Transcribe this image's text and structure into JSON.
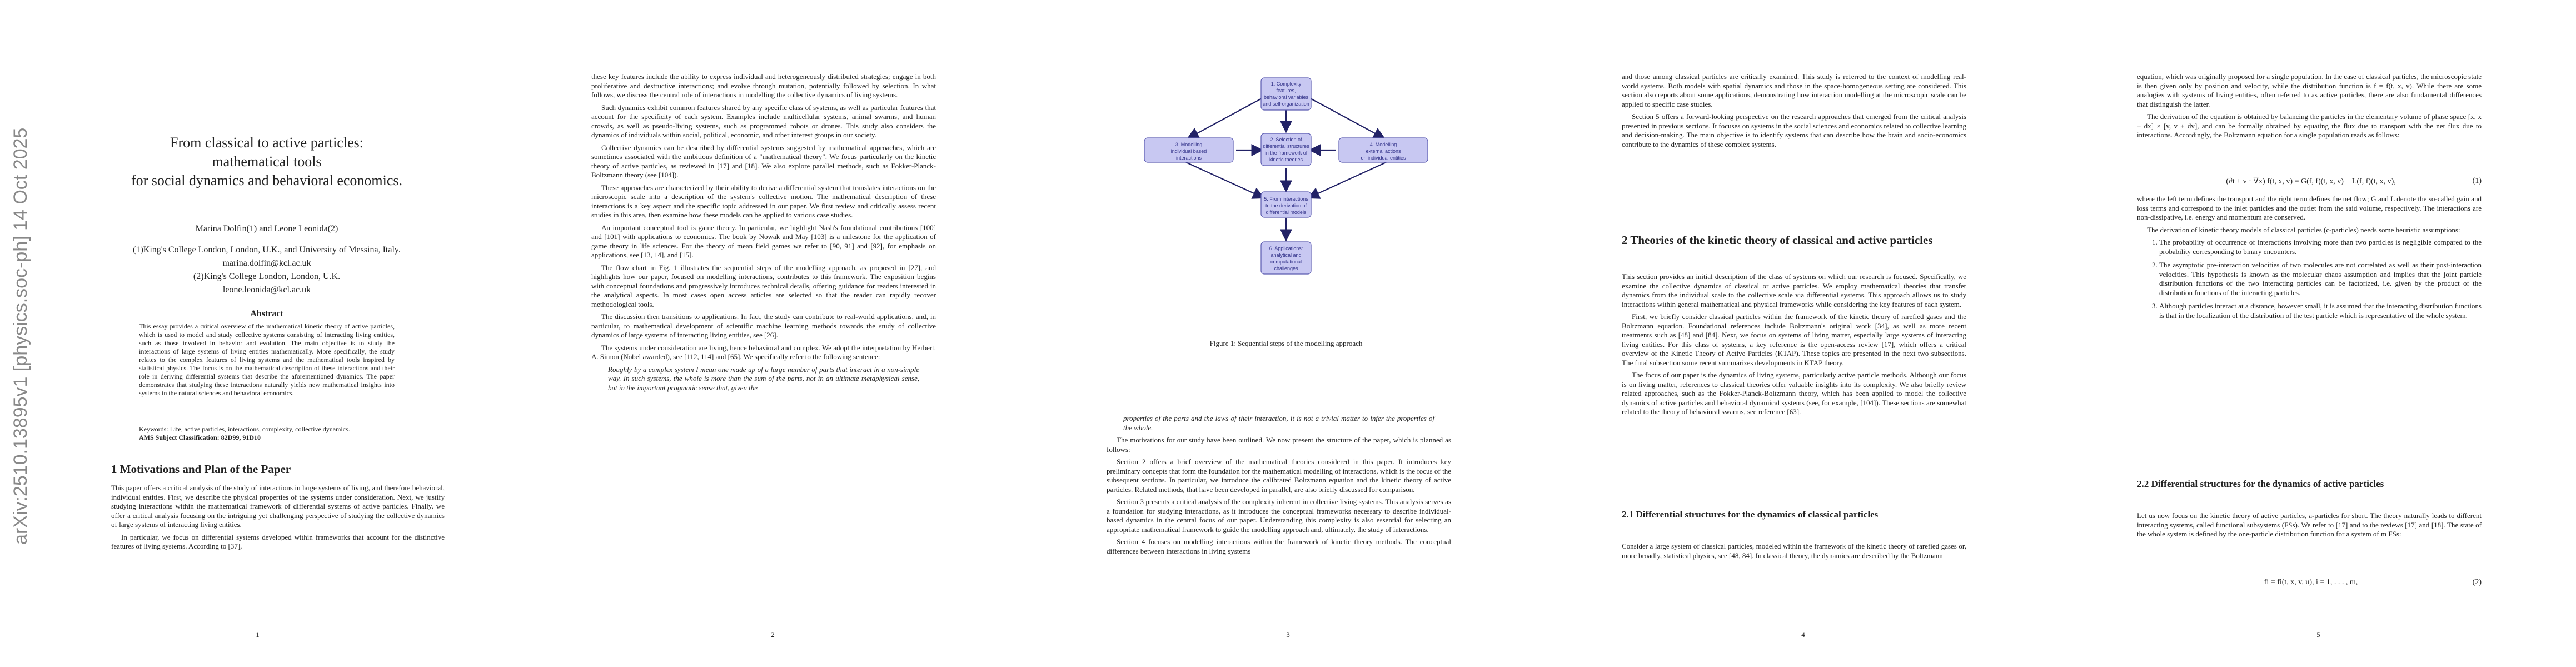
{
  "arxiv_id": "arXiv:2510.13895v1 [physics.soc-ph] 14 Oct 2025",
  "title": [
    "From classical to active particles:",
    "mathematical tools",
    "for social dynamics and behavioral economics."
  ],
  "authors": "Marina Dolfin(1) and Leone Leonida(2)",
  "affiliation1": "(1)King's College London, London, U.K., and University of Messina, Italy.",
  "email1": "marina.dolfin@kcl.ac.uk",
  "affiliation2": "(2)King's College London, London, U.K.",
  "email2": "leone.leonida@kcl.ac.uk",
  "abstract_heading": "Abstract",
  "abstract": "This essay provides a critical overview of the mathematical kinetic theory of active particles, which is used to model and study collective systems consisting of interacting living entities, such as those involved in behavior and evolution. The main objective is to study the interactions of large systems of living entities mathematically. More specifically, the study relates to the complex features of living systems and the mathematical tools inspired by statistical physics. The focus is on the mathematical description of these interactions and their role in deriving differential systems that describe the aforementioned dynamics. The paper demonstrates that studying these interactions naturally yields new mathematical insights into systems in the natural sciences and behavioral economics.",
  "keywords": "Keywords: Life, active particles, interactions, complexity, collective dynamics.",
  "ams": "AMS Subject Classification: 82D99, 91D10",
  "sec1": "1    Motivations and Plan of the Paper",
  "p1_text": "This paper offers a critical analysis of the study of interactions in large systems of living, and therefore behavioral, individual entities. First, we describe the physical properties of the systems under consideration. Next, we justify studying interactions within the mathematical framework of differential systems of active particles. Finally, we offer a critical analysis focusing on the intriguing yet challenging perspective of studying the collective dynamics of large systems of interacting living entities.",
  "p1_text2": "In particular, we focus on differential systems developed within frameworks that account for the distinctive features of living systems. According to [37],",
  "page2_p1": "these key features include the ability to express individual and heterogeneously distributed strategies; engage in both proliferative and destructive interactions; and evolve through mutation, potentially followed by selection. In what follows, we discuss the central role of interactions in modelling the collective dynamics of living systems.",
  "page2_p2": "Such dynamics exhibit common features shared by any specific class of systems, as well as particular features that account for the specificity of each system. Examples include multicellular systems, animal swarms, and human crowds, as well as pseudo-living systems, such as programmed robots or drones. This study also considers the dynamics of individuals within social, political, economic, and other interest groups in our society.",
  "page2_p3": "Collective dynamics can be described by differential systems suggested by mathematical approaches, which are sometimes associated with the ambitious definition of a \"mathematical theory\". We focus particularly on the kinetic theory of active particles, as reviewed in [17] and [18]. We also explore parallel methods, such as Fokker-Planck-Boltzmann theory (see [104]).",
  "page2_p4": "These approaches are characterized by their ability to derive a differential system that translates interactions on the microscopic scale into a description of the system's collective motion. The mathematical description of these interactions is a key aspect and the specific topic addressed in our paper. We first review and critically assess recent studies in this area, then examine how these models can be applied to various case studies.",
  "page2_p5": "An important conceptual tool is game theory. In particular, we highlight Nash's foundational contributions [100] and [101] with applications to economics. The book by Nowak and May [103] is a milestone for the application of game theory in life sciences. For the theory of mean field games we refer to [90, 91] and [92], for emphasis on applications, see [13, 14], and [15].",
  "page2_p6": "The flow chart in Fig. 1 illustrates the sequential steps of the modelling approach, as proposed in [27], and highlights how our paper, focused on modelling interactions, contributes to this framework. The exposition begins with conceptual foundations and progressively introduces technical details, offering guidance for readers interested in the analytical aspects. In most cases open access articles are selected so that the reader can rapidly recover methodological tools.",
  "page2_p7": "The discussion then transitions to applications. In fact, the study can contribute to real-world applications, and, in particular, to mathematical development of scientific machine learning methods towards the study of collective dynamics of large systems of interacting living entities, see [26].",
  "page2_p8": "The systems under consideration are living, hence behavioral and complex. We adopt the interpretation by Herbert. A. Simon (Nobel awarded), see [112, 114] and [65]. We specifically refer to the following sentence:",
  "page2_quote": "Roughly by a complex system I mean one made up of a large number of parts that interact in a non-simple way. In such systems, the whole is more than the sum of the parts, not in an ultimate metaphysical sense, but in the important pragmatic sense that, given the",
  "figure": {
    "n1": [
      "1. Complexity",
      "features,",
      "behavioral variables",
      "and self-organization"
    ],
    "n2": [
      "2. Selection of",
      "differential structures",
      "in the framework of",
      "kinetic theories"
    ],
    "n3": [
      "3. Modelling",
      "individual based",
      "interactions"
    ],
    "n4": [
      "4. Modelling",
      "external actions",
      "on individual entities"
    ],
    "n5": [
      "5. From interactions",
      "to the derivation of",
      "differential models"
    ],
    "n6": [
      "6. Applications:",
      "analytical and",
      "computational",
      "challenges"
    ],
    "caption": "Figure 1: Sequential steps of the modelling approach"
  },
  "page3_quote": "properties of the parts and the laws of their interaction, it is not a trivial matter to infer the properties of the whole.",
  "page3_p1": "The motivations for our study have been outlined. We now present the structure of the paper, which is planned as follows:",
  "page3_p2": "Section 2 offers a brief overview of the mathematical theories considered in this paper. It introduces key preliminary concepts that form the foundation for the mathematical modelling of interactions, which is the focus of the subsequent sections. In particular, we introduce the calibrated Boltzmann equation and the kinetic theory of active particles. Related methods, that have been developed in parallel, are also briefly discussed for comparison.",
  "page3_p3": "Section 3 presents a critical analysis of the complexity inherent in collective living systems. This analysis serves as a foundation for studying interactions, as it introduces the conceptual frameworks necessary to describe individual-based dynamics in the central focus of our paper. Understanding this complexity is also essential for selecting an appropriate mathematical framework to guide the modelling approach and, ultimately, the study of interactions.",
  "page3_p4": "Section 4 focuses on modelling interactions within the framework of kinetic theory methods. The conceptual differences between interactions in living systems",
  "page4_p1": "and those among classical particles are critically examined. This study is referred to the context of modelling real-world systems. Both models with spatial dynamics and those in the space-homogeneous setting are considered. This section also reports about some applications, demonstrating how interaction modelling at the microscopic scale can be applied to specific case studies.",
  "page4_p2": "Section 5 offers a forward-looking perspective on the research approaches that emerged from the critical analysis presented in previous sections. It focuses on systems in the social sciences and economics related to collective learning and decision-making. The main objective is to identify systems that can describe how the brain and socio-economics contribute to the dynamics of these complex systems.",
  "sec2": "2    Theories of the kinetic theory of classical and active particles",
  "page4_p3": "This section provides an initial description of the class of systems on which our research is focused. Specifically, we examine the collective dynamics of classical or active particles. We employ mathematical theories that transfer dynamics from the individual scale to the collective scale via differential systems. This approach allows us to study interactions within general mathematical and physical frameworks while considering the key features of each system.",
  "page4_p4": "First, we briefly consider classical particles within the framework of the kinetic theory of rarefied gases and the Boltzmann equation. Foundational references include Boltzmann's original work [34], as well as more recent treatments such as [48] and [84]. Next, we focus on systems of living matter, especially large systems of interacting living entities. For this class of systems, a key reference is the open-access review [17], which offers a critical overview of the Kinetic Theory of Active Particles (KTAP). These topics are presented in the next two subsections. The final subsection some recent summarizes developments in KTAP theory.",
  "page4_p5": "The focus of our paper is the dynamics of living systems, particularly active particle methods. Although our focus is on living matter, references to classical theories offer valuable insights into its complexity. We also briefly review related approaches, such as the Fokker-Planck-Boltzmann theory, which has been applied to model the collective dynamics of active particles and behavioral dynamical systems (see, for example, [104]). These sections are somewhat related to the theory of behavioral swarms, see reference [63].",
  "sec21": "2.1    Differential structures for the dynamics of classical particles",
  "page4_p6": "Consider a large system of classical particles, modeled within the framework of the kinetic theory of rarefied gases or, more broadly, statistical physics, see [48, 84]. In classical theory, the dynamics are described by the Boltzmann",
  "page5_p1": "equation, which was originally proposed for a single population. In the case of classical particles, the microscopic state is then given only by position and velocity, while the distribution function is f = f(t, x, v). While there are some analogies with systems of living entities, often referred to as active particles, there are also fundamental differences that distinguish the latter.",
  "page5_p2": "The derivation of the equation is obtained by balancing the particles in the elementary volume of phase space [x, x + dx] × [v, v + dv], and can be formally obtained by equating the flux due to transport with the net flux due to interactions. Accordingly, the Boltzmann equation for a single population reads as follows:",
  "eq1": "(∂t + v · ∇x) f(t, x, v) = G(f, f)(t, x, v) − L(f, f)(t, x, v),",
  "eq1_num": "(1)",
  "page5_p3": "where the left term defines the transport and the right term defines the net flow; G and L denote the so-called gain and loss terms and correspond to the inlet particles and the outlet from the said volume, respectively. The interactions are non-dissipative, i.e. energy and momentum are conserved.",
  "page5_p4": "The derivation of kinetic theory models of classical particles (c-particles) needs some heuristic assumptions:",
  "page5_items": [
    "The probability of occurrence of interactions involving more than two particles is negligible compared to the probability corresponding to binary encounters.",
    "The asymptotic pre-interaction velocities of two molecules are not correlated as well as their post-interaction velocities. This hypothesis is known as the molecular chaos assumption and implies that the joint particle distribution functions of the two interacting particles can be factorized, i.e. given by the product of the distribution functions of the interacting particles.",
    "Although particles interact at a distance, however small, it is assumed that the interacting distribution functions is that in the localization of the distribution of the test particle which is representative of the whole system."
  ],
  "sec22": "2.2    Differential structures for the dynamics of active particles",
  "page5_p5": "Let us now focus on the kinetic theory of active particles, a-particles for short. The theory naturally leads to different interacting systems, called functional subsystems (FSs). We refer to [17] and to the reviews [17] and [18]. The state of the whole system is defined by the one-particle distribution function for a system of m FSs:",
  "eq2": "fi = fi(t, x, v, u),        i = 1, . . . , m,",
  "eq2_num": "(2)",
  "page_numbers": [
    "1",
    "2",
    "3",
    "4",
    "5"
  ]
}
